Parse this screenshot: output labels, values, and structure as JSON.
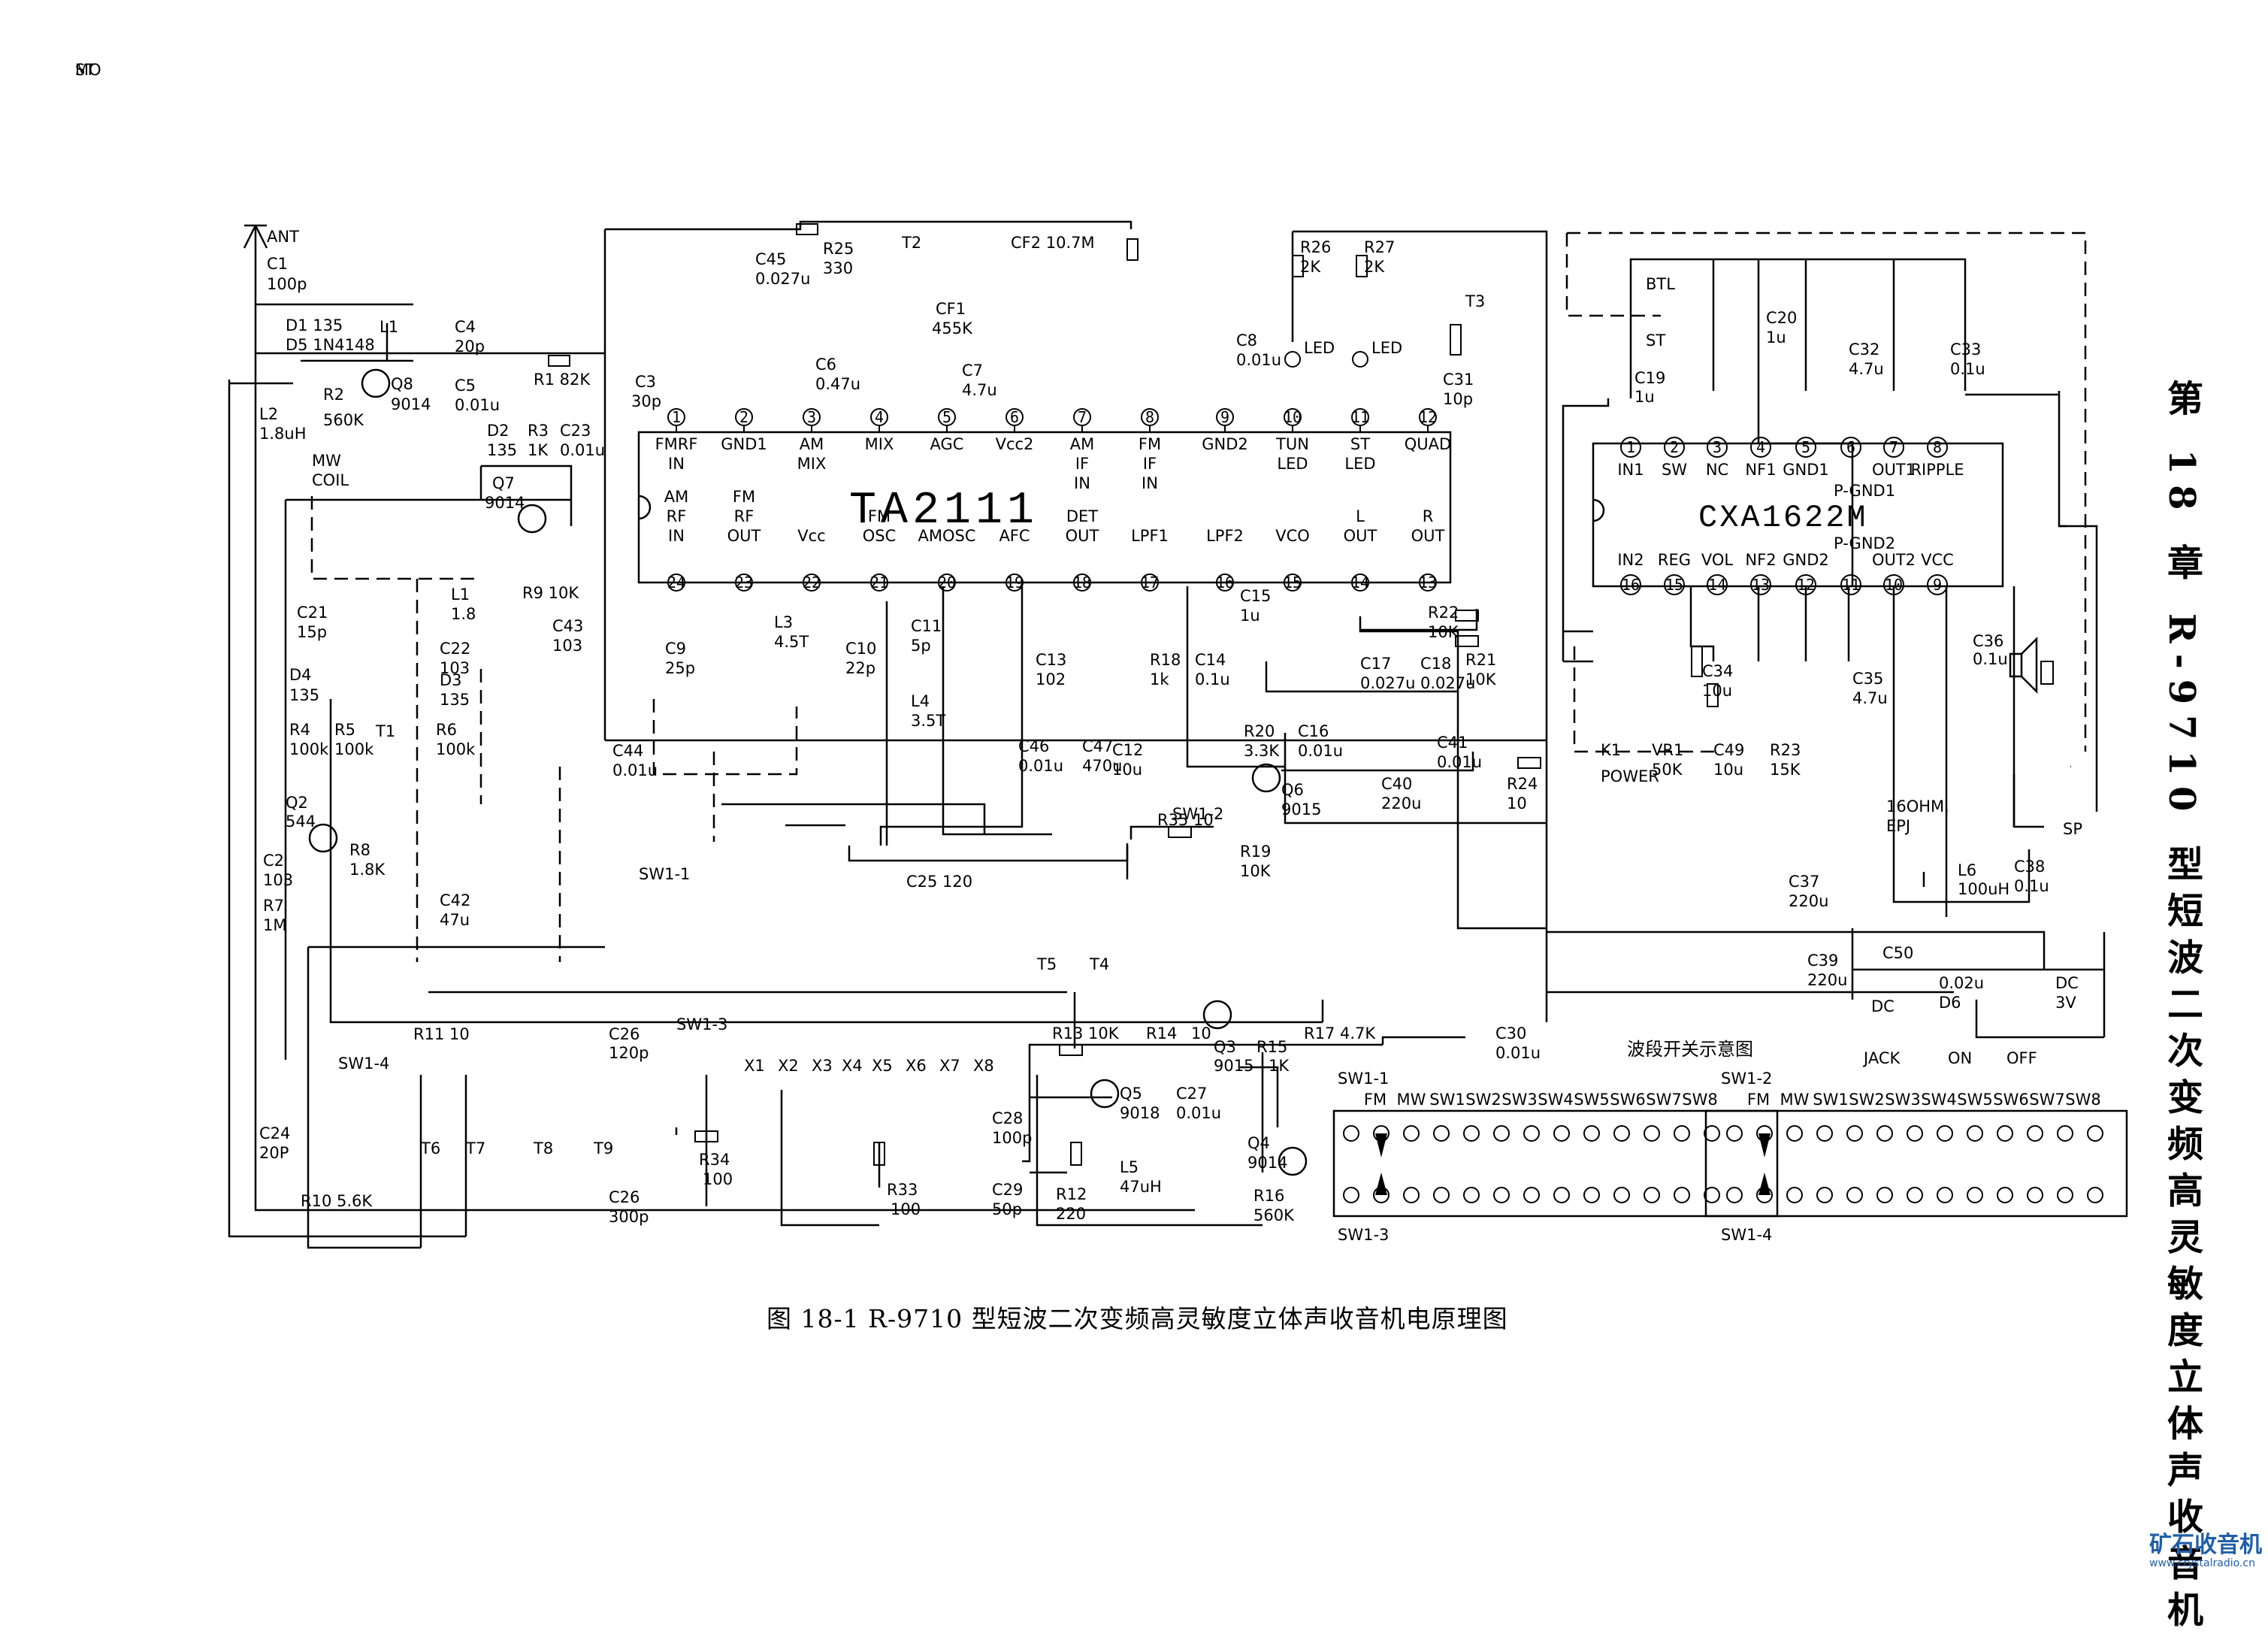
{
  "caption": "图 18-1   R-9710 型短波二次变频高灵敏度立体声收音机电原理图",
  "chapter_heading": "第 18 章 R-9710 型短波二次变频高灵敏度立体声收音机",
  "band_switch_title": "波段开关示意图",
  "watermark": {
    "main": "矿石收音机",
    "url": "www.crystalradio.cn"
  },
  "ic1": {
    "name": "TA2111",
    "top_pins": [
      {
        "n": "1",
        "label": "FMRF IN"
      },
      {
        "n": "2",
        "label": "GND1"
      },
      {
        "n": "3",
        "label": "AM MIX"
      },
      {
        "n": "4",
        "label": "MIX"
      },
      {
        "n": "5",
        "label": "AGC"
      },
      {
        "n": "6",
        "label": "Vcc2"
      },
      {
        "n": "7",
        "label": "AM IF IN"
      },
      {
        "n": "8",
        "label": "FM IF IN"
      },
      {
        "n": "9",
        "label": "GND2"
      },
      {
        "n": "10",
        "label": "TUN LED"
      },
      {
        "n": "11",
        "label": "ST LED"
      },
      {
        "n": "12",
        "label": "QUAD"
      }
    ],
    "bottom_pins": [
      {
        "n": "24",
        "label": "AM RF IN"
      },
      {
        "n": "23",
        "label": "FM RF OUT"
      },
      {
        "n": "22",
        "label": "Vcc"
      },
      {
        "n": "21",
        "label": "FM OSC"
      },
      {
        "n": "20",
        "label": "AMOSC"
      },
      {
        "n": "19",
        "label": "AFC"
      },
      {
        "n": "18",
        "label": "DET OUT"
      },
      {
        "n": "17",
        "label": "LPF1"
      },
      {
        "n": "16",
        "label": "LPF2"
      },
      {
        "n": "15",
        "label": "VCO"
      },
      {
        "n": "14",
        "label": "L OUT"
      },
      {
        "n": "13",
        "label": "R OUT"
      }
    ]
  },
  "ic2": {
    "name": "CXA1622M",
    "top_pins": [
      {
        "n": "1",
        "label": "IN1"
      },
      {
        "n": "2",
        "label": "SW"
      },
      {
        "n": "3",
        "label": "NC"
      },
      {
        "n": "4",
        "label": "NF1"
      },
      {
        "n": "5",
        "label": "GND1"
      },
      {
        "n": "6",
        "label": ""
      },
      {
        "n": "7",
        "label": "OUT1"
      },
      {
        "n": "8",
        "label": "RIPPLE"
      }
    ],
    "bottom_pins": [
      {
        "n": "16",
        "label": "IN2"
      },
      {
        "n": "15",
        "label": "REG"
      },
      {
        "n": "14",
        "label": "VOL"
      },
      {
        "n": "13",
        "label": "NF2"
      },
      {
        "n": "12",
        "label": "GND2"
      },
      {
        "n": "11",
        "label": ""
      },
      {
        "n": "10",
        "label": "OUT2"
      },
      {
        "n": "9",
        "label": "VCC"
      }
    ],
    "sub_labels": [
      "P-GND1",
      "P-GND2"
    ]
  },
  "switch_panels": [
    {
      "id": "SW1-1",
      "bands": [
        "FM",
        "MW",
        "SW1",
        "SW2",
        "SW3",
        "SW4",
        "SW5",
        "SW6",
        "SW7",
        "SW8"
      ],
      "bottom": "SW1-3"
    },
    {
      "id": "SW1-2",
      "bands": [
        "FM",
        "MW",
        "SW1",
        "SW2",
        "SW3",
        "SW4",
        "SW5",
        "SW6",
        "SW7",
        "SW8"
      ],
      "bottom": "SW1-4"
    }
  ],
  "labels": [
    {
      "text": "ANT"
    },
    {
      "text": "C1"
    },
    {
      "text": "100p"
    },
    {
      "text": "D1 135"
    },
    {
      "text": "D5 1N4148"
    },
    {
      "text": "L1"
    },
    {
      "text": "C4"
    },
    {
      "text": "20p"
    },
    {
      "text": "R2"
    },
    {
      "text": "560K"
    },
    {
      "text": "Q8"
    },
    {
      "text": "9014"
    },
    {
      "text": "C5"
    },
    {
      "text": "0.01u"
    },
    {
      "text": "R1 82K"
    },
    {
      "text": "L2"
    },
    {
      "text": "1.8uH"
    },
    {
      "text": "D2"
    },
    {
      "text": "135"
    },
    {
      "text": "R3"
    },
    {
      "text": "1K"
    },
    {
      "text": "C23"
    },
    {
      "text": "0.01u"
    },
    {
      "text": "MW"
    },
    {
      "text": "COIL"
    },
    {
      "text": "Q7"
    },
    {
      "text": "9014"
    },
    {
      "text": "L1"
    },
    {
      "text": "1.8"
    },
    {
      "text": "R9  10K"
    },
    {
      "text": "C21"
    },
    {
      "text": "15p"
    },
    {
      "text": "C22"
    },
    {
      "text": "103"
    },
    {
      "text": "C43"
    },
    {
      "text": "103"
    },
    {
      "text": "D4"
    },
    {
      "text": "135"
    },
    {
      "text": "D3"
    },
    {
      "text": "135"
    },
    {
      "text": "T1"
    },
    {
      "text": "R4"
    },
    {
      "text": "100k"
    },
    {
      "text": "R5"
    },
    {
      "text": "100k"
    },
    {
      "text": "R6"
    },
    {
      "text": "100k"
    },
    {
      "text": "Q2"
    },
    {
      "text": "544"
    },
    {
      "text": "C2"
    },
    {
      "text": "103"
    },
    {
      "text": "R8"
    },
    {
      "text": "1.8K"
    },
    {
      "text": "R7"
    },
    {
      "text": "1M"
    },
    {
      "text": "C42"
    },
    {
      "text": "47u"
    },
    {
      "text": "C24"
    },
    {
      "text": "20P"
    },
    {
      "text": "R10  5.6K"
    },
    {
      "text": "R11  10"
    },
    {
      "text": "SW1-4"
    },
    {
      "text": "T6"
    },
    {
      "text": "T7"
    },
    {
      "text": "T8"
    },
    {
      "text": "T9"
    },
    {
      "text": "C26"
    },
    {
      "text": "120p"
    },
    {
      "text": "C26"
    },
    {
      "text": "300p"
    },
    {
      "text": "SW1-3"
    },
    {
      "text": "X1"
    },
    {
      "text": "X2"
    },
    {
      "text": "X3"
    },
    {
      "text": "X4"
    },
    {
      "text": "X5"
    },
    {
      "text": "X6"
    },
    {
      "text": "X7"
    },
    {
      "text": "X8"
    },
    {
      "text": "R34"
    },
    {
      "text": "100"
    },
    {
      "text": "R33"
    },
    {
      "text": "100"
    },
    {
      "text": "R13  10K"
    },
    {
      "text": "R14"
    },
    {
      "text": "10"
    },
    {
      "text": "Q3"
    },
    {
      "text": "9015"
    },
    {
      "text": "R15"
    },
    {
      "text": "1K"
    },
    {
      "text": "R17  4.7K"
    },
    {
      "text": "Q5"
    },
    {
      "text": "9018"
    },
    {
      "text": "C27"
    },
    {
      "text": "0.01u"
    },
    {
      "text": "C28"
    },
    {
      "text": "100p"
    },
    {
      "text": "C29"
    },
    {
      "text": "50p"
    },
    {
      "text": "R12"
    },
    {
      "text": "220"
    },
    {
      "text": "L5"
    },
    {
      "text": "47uH"
    },
    {
      "text": "Q4"
    },
    {
      "text": "9014"
    },
    {
      "text": "R16"
    },
    {
      "text": "560K"
    },
    {
      "text": "C44"
    },
    {
      "text": "0.01u"
    },
    {
      "text": "C3"
    },
    {
      "text": "30p"
    },
    {
      "text": "C45"
    },
    {
      "text": "0.027u"
    },
    {
      "text": "R25"
    },
    {
      "text": "330"
    },
    {
      "text": "T2"
    },
    {
      "text": "CF1"
    },
    {
      "text": "455K"
    },
    {
      "text": "CF2  10.7M"
    },
    {
      "text": "C6"
    },
    {
      "text": "0.47u"
    },
    {
      "text": "C7"
    },
    {
      "text": "4.7u"
    },
    {
      "text": "C8"
    },
    {
      "text": "0.01u"
    },
    {
      "text": "R26"
    },
    {
      "text": "2K"
    },
    {
      "text": "R27"
    },
    {
      "text": "2K"
    },
    {
      "text": "LED"
    },
    {
      "text": "LED"
    },
    {
      "text": "T3"
    },
    {
      "text": "C31"
    },
    {
      "text": "10p"
    },
    {
      "text": "C9"
    },
    {
      "text": "25p"
    },
    {
      "text": "L3"
    },
    {
      "text": "4.5T"
    },
    {
      "text": "C10"
    },
    {
      "text": "22p"
    },
    {
      "text": "C11"
    },
    {
      "text": "5p"
    },
    {
      "text": "L4"
    },
    {
      "text": "3.5T"
    },
    {
      "text": "C13"
    },
    {
      "text": "102"
    },
    {
      "text": "C12"
    },
    {
      "text": "10u"
    },
    {
      "text": "R18"
    },
    {
      "text": "1k"
    },
    {
      "text": "C14"
    },
    {
      "text": "0.1u"
    },
    {
      "text": "C15"
    },
    {
      "text": "1u"
    },
    {
      "text": "R20"
    },
    {
      "text": "3.3K"
    },
    {
      "text": "C16"
    },
    {
      "text": "0.01u"
    },
    {
      "text": "C17"
    },
    {
      "text": "0.027u"
    },
    {
      "text": "C18"
    },
    {
      "text": "0.027u"
    },
    {
      "text": "R22"
    },
    {
      "text": "10K"
    },
    {
      "text": "R21"
    },
    {
      "text": "10K"
    },
    {
      "text": "C46"
    },
    {
      "text": "0.01u"
    },
    {
      "text": "C47"
    },
    {
      "text": "470u"
    },
    {
      "text": "Q6"
    },
    {
      "text": "9015"
    },
    {
      "text": "C40"
    },
    {
      "text": "220u"
    },
    {
      "text": "C41"
    },
    {
      "text": "0.01u"
    },
    {
      "text": "R24"
    },
    {
      "text": "10"
    },
    {
      "text": "R19"
    },
    {
      "text": "10K"
    },
    {
      "text": "R35  10"
    },
    {
      "text": "SW1-1"
    },
    {
      "text": "SW1-2"
    },
    {
      "text": "C25  120"
    },
    {
      "text": "T5"
    },
    {
      "text": "T4"
    },
    {
      "text": "C30"
    },
    {
      "text": "0.01u"
    },
    {
      "text": "BTL"
    },
    {
      "text": "ST"
    },
    {
      "text": "C19"
    },
    {
      "text": "1u"
    },
    {
      "text": "C20"
    },
    {
      "text": "1u"
    },
    {
      "text": "C32"
    },
    {
      "text": "4.7u"
    },
    {
      "text": "C33"
    },
    {
      "text": "0.1u"
    },
    {
      "text": "C34"
    },
    {
      "text": "10u"
    },
    {
      "text": "VR1"
    },
    {
      "text": "50K"
    },
    {
      "text": "C49"
    },
    {
      "text": "10u"
    },
    {
      "text": "R23"
    },
    {
      "text": "15K"
    },
    {
      "text": "C35"
    },
    {
      "text": "4.7u"
    },
    {
      "text": "C36"
    },
    {
      "text": "0.1u"
    },
    {
      "text": "SP"
    },
    {
      "text": "16OHM."
    },
    {
      "text": "EPJ"
    },
    {
      "text": "C37"
    },
    {
      "text": "220u"
    },
    {
      "text": "L6"
    },
    {
      "text": "100uH"
    },
    {
      "text": "C38"
    },
    {
      "text": "0.1u"
    },
    {
      "text": "C39"
    },
    {
      "text": "220u"
    },
    {
      "text": "C50"
    },
    {
      "text": "0.02u"
    },
    {
      "text": "D6"
    },
    {
      "text": "DC"
    },
    {
      "text": "3V"
    },
    {
      "text": "DC"
    },
    {
      "text": "JACK"
    },
    {
      "text": "ON"
    },
    {
      "text": "OFF"
    },
    {
      "text": "K1"
    },
    {
      "text": "POWER"
    },
    {
      "text": "MO"
    },
    {
      "text": "ST"
    }
  ]
}
